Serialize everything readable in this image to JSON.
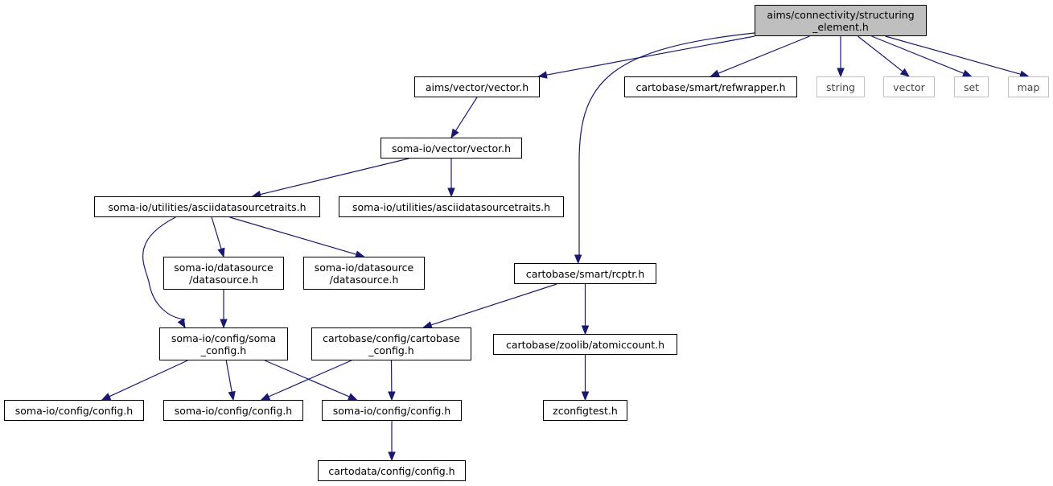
{
  "nodes": {
    "root": {
      "lines": [
        "aims/connectivity/structuring",
        "_element.h"
      ]
    },
    "aims_vector": {
      "lines": [
        "aims/vector/vector.h"
      ]
    },
    "refwrapper": {
      "lines": [
        "cartobase/smart/refwrapper.h"
      ]
    },
    "string": {
      "lines": [
        "string"
      ]
    },
    "vector": {
      "lines": [
        "vector"
      ]
    },
    "set": {
      "lines": [
        "set"
      ]
    },
    "map": {
      "lines": [
        "map"
      ]
    },
    "somaio_vector": {
      "lines": [
        "soma-io/vector/vector.h"
      ]
    },
    "ascii_a": {
      "lines": [
        "soma-io/utilities/asciidatasourcetraits.h"
      ]
    },
    "ascii_b": {
      "lines": [
        "soma-io/utilities/asciidatasourcetraits.h"
      ]
    },
    "datasource_a": {
      "lines": [
        "soma-io/datasource",
        "/datasource.h"
      ]
    },
    "datasource_b": {
      "lines": [
        "soma-io/datasource",
        "/datasource.h"
      ]
    },
    "rcptr": {
      "lines": [
        "cartobase/smart/rcptr.h"
      ]
    },
    "soma_config": {
      "lines": [
        "soma-io/config/soma",
        "_config.h"
      ]
    },
    "cartobase_config": {
      "lines": [
        "cartobase/config/cartobase",
        "_config.h"
      ]
    },
    "atomiccount": {
      "lines": [
        "cartobase/zoolib/atomiccount.h"
      ]
    },
    "config_a": {
      "lines": [
        "soma-io/config/config.h"
      ]
    },
    "config_b": {
      "lines": [
        "soma-io/config/config.h"
      ]
    },
    "config_c": {
      "lines": [
        "soma-io/config/config.h"
      ]
    },
    "zconfigtest": {
      "lines": [
        "zconfigtest.h"
      ]
    },
    "cartodata_config": {
      "lines": [
        "cartodata/config/config.h"
      ]
    }
  },
  "edges": [
    [
      "root",
      "aims_vector"
    ],
    [
      "root",
      "refwrapper"
    ],
    [
      "root",
      "string"
    ],
    [
      "root",
      "vector"
    ],
    [
      "root",
      "set"
    ],
    [
      "root",
      "map"
    ],
    [
      "root",
      "rcptr"
    ],
    [
      "aims_vector",
      "somaio_vector"
    ],
    [
      "somaio_vector",
      "ascii_a"
    ],
    [
      "somaio_vector",
      "ascii_b"
    ],
    [
      "ascii_a",
      "datasource_a"
    ],
    [
      "ascii_a",
      "datasource_b"
    ],
    [
      "ascii_a",
      "soma_config"
    ],
    [
      "datasource_a",
      "soma_config"
    ],
    [
      "rcptr",
      "cartobase_config"
    ],
    [
      "rcptr",
      "atomiccount"
    ],
    [
      "soma_config",
      "config_a"
    ],
    [
      "soma_config",
      "config_b"
    ],
    [
      "soma_config",
      "config_c"
    ],
    [
      "cartobase_config",
      "config_b"
    ],
    [
      "cartobase_config",
      "config_c"
    ],
    [
      "atomiccount",
      "zconfigtest"
    ],
    [
      "config_c",
      "cartodata_config"
    ]
  ]
}
